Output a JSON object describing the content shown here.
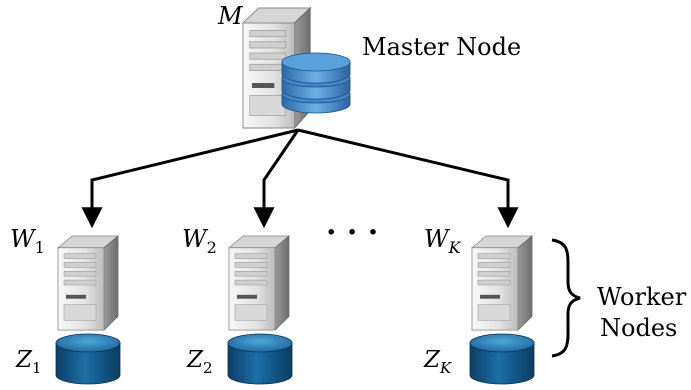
{
  "master": {
    "symbol": "M",
    "label": "Master Node"
  },
  "workers": [
    {
      "symbol": "W",
      "subscript": "1",
      "data_symbol": "Z",
      "data_subscript": "1"
    },
    {
      "symbol": "W",
      "subscript": "2",
      "data_symbol": "Z",
      "data_subscript": "2"
    },
    {
      "symbol": "W",
      "subscript": "K",
      "data_symbol": "Z",
      "data_subscript": "K"
    }
  ],
  "ellipsis": "· · ·",
  "worker_group_label": {
    "line1": "Worker",
    "line2": "Nodes"
  },
  "colors": {
    "db_top": "#1f6fa0",
    "db_side": "#0d4a78",
    "db_stack": "#2f7fc6",
    "server_body": "#e6e6e6"
  }
}
